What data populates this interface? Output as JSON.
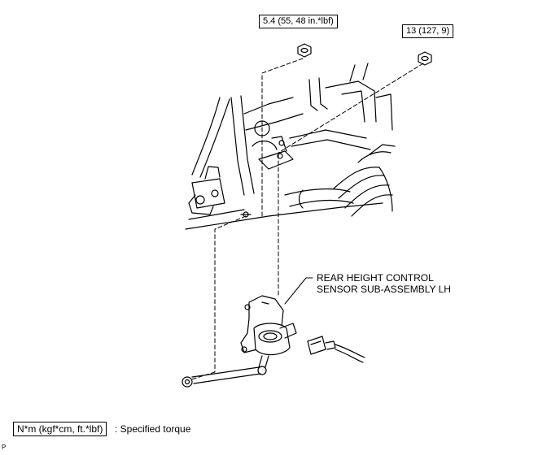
{
  "callouts": {
    "torque_a": "5.4 (55, 48 in.*lbf)",
    "torque_b": "13 (127, 9)"
  },
  "part_label": {
    "line1": "REAR HEIGHT CONTROL",
    "line2": "SENSOR SUB-ASSEMBLY LH"
  },
  "legend": {
    "unit_box": "N*m (kgf*cm, ft.*lbf)",
    "description": ": Specified torque"
  },
  "corner_mark": "P",
  "colors": {
    "line": "#000000",
    "background": "#ffffff"
  }
}
